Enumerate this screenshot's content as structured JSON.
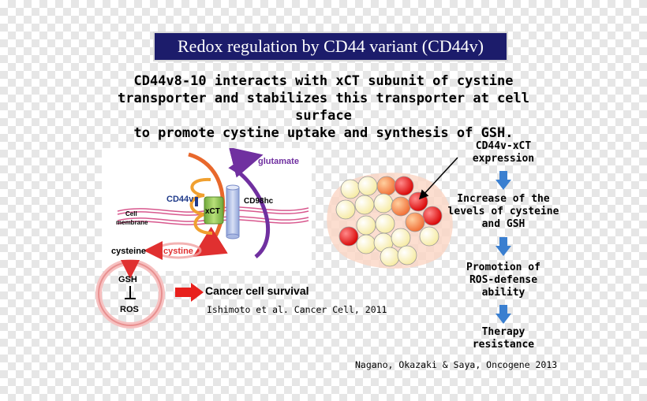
{
  "title": "Redox regulation by CD44 variant (CD44v)",
  "subtitle_lines": [
    "CD44v8-10 interacts with xCT subunit of cystine",
    "transporter and stabilizes this transporter at cell surface",
    "to promote cystine uptake and synthesis of GSH."
  ],
  "mechanism": {
    "glutamate": "glutamate",
    "cd44v": "CD44v",
    "xct": "xCT",
    "cd98hc": "CD98hc",
    "cell": "Cell",
    "membrane": "membrane",
    "cysteine": "cysteine",
    "cystine": "cystine",
    "gsh": "GSH",
    "ros": "ROS"
  },
  "outcome": "Cancer cell survival",
  "citation_1": "Ishimoto et al. Cancer Cell, 2011",
  "flow": [
    {
      "lines": [
        "CD44v-xCT",
        "expression"
      ]
    },
    {
      "lines": [
        "Increase of the",
        "levels of cysteine",
        "and GSH"
      ]
    },
    {
      "lines": [
        "Promotion of",
        "ROS-defense",
        "ability"
      ]
    },
    {
      "lines": [
        "Therapy",
        "resistance"
      ]
    }
  ],
  "citation_2": "Nagano, Okazaki & Saya, Oncogene 2013",
  "colors": {
    "title_bg": "#1c1c6b",
    "glutamate": "#7030a0",
    "cystine": "#e03030",
    "cd44v": "#1f3a8a",
    "flow_arrow": "#3a7fd0",
    "red_arrow": "#e8201c"
  }
}
